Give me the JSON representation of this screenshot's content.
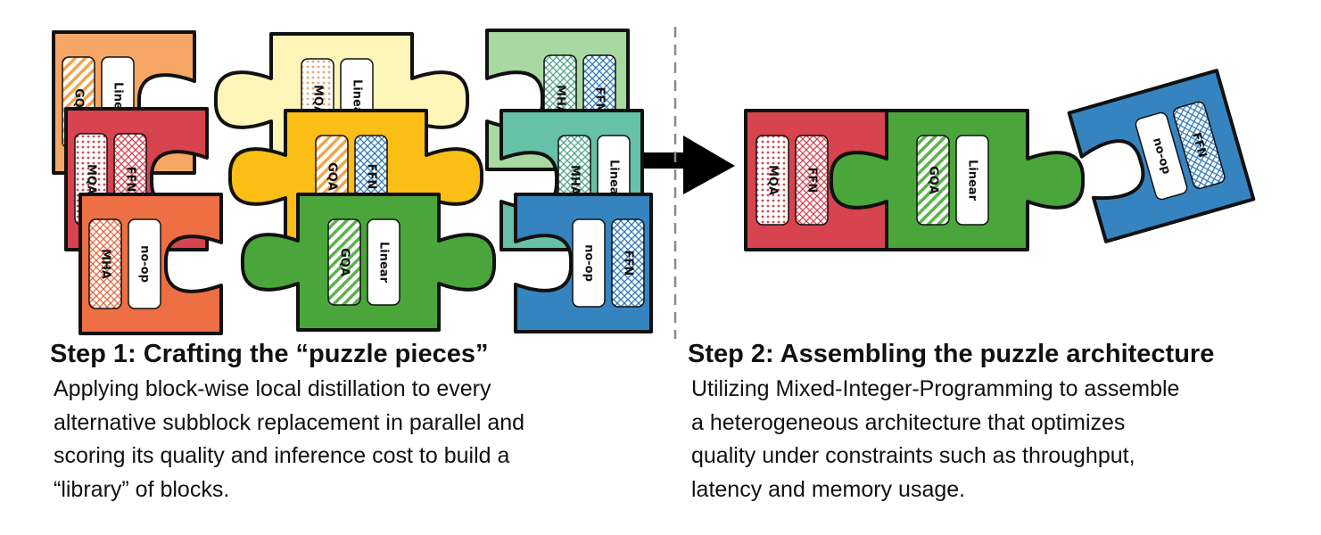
{
  "step1": {
    "heading": "Step 1: Crafting the “puzzle pieces”",
    "lines": [
      "Applying block-wise local distillation to every",
      "alternative subblock replacement in parallel and",
      "scoring its quality and inference cost to build a",
      "“library” of blocks."
    ],
    "pieces": [
      {
        "color": "#f6a765",
        "labels": [
          "GQA",
          "Linear"
        ]
      },
      {
        "color": "#d7434e",
        "labels": [
          "MQA",
          "FFN"
        ]
      },
      {
        "color": "#ee6f43",
        "labels": [
          "MHA",
          "no-op"
        ]
      },
      {
        "color": "#fdf6b8",
        "labels": [
          "MQA",
          "Linear"
        ]
      },
      {
        "color": "#fbbe16",
        "labels": [
          "GQA",
          "FFN"
        ]
      },
      {
        "color": "#4aa63a",
        "labels": [
          "GQA",
          "Linear"
        ]
      },
      {
        "color": "#a7d9a0",
        "labels": [
          "MHA",
          "FFN"
        ]
      },
      {
        "color": "#66c2a6",
        "labels": [
          "MHA",
          "Linear"
        ]
      },
      {
        "color": "#3584c0",
        "labels": [
          "no-op",
          "FFN"
        ]
      }
    ]
  },
  "step2": {
    "heading": "Step 2: Assembling the puzzle architecture",
    "lines": [
      "Utilizing Mixed-Integer-Programming to assemble",
      "a heterogeneous architecture that optimizes",
      "quality under constraints such as throughput,",
      "latency and memory usage."
    ],
    "pieces": [
      {
        "color": "#d7434e",
        "labels": [
          "MQA",
          "FFN"
        ]
      },
      {
        "color": "#4aa63a",
        "labels": [
          "GQA",
          "Linear"
        ]
      },
      {
        "color": "#3584c0",
        "labels": [
          "no-op",
          "FFN"
        ]
      }
    ]
  },
  "colors": {
    "outline": "#111111",
    "arrow": "#000000",
    "divider": "#8a8a8a"
  }
}
